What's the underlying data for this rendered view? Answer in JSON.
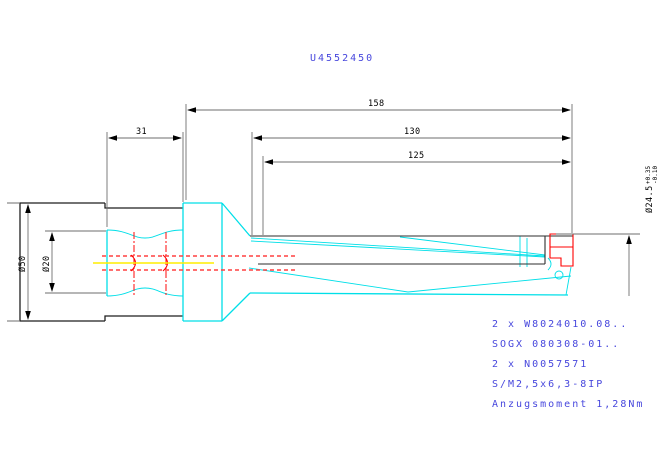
{
  "drawing": {
    "title": "U4552450",
    "dimensions": {
      "overall_length": "158",
      "flute_length_1": "130",
      "flute_length_2": "125",
      "shank_length": "31",
      "flange_diameter": "Ø50",
      "shank_diameter": "Ø20",
      "cutting_diameter": "Ø24.5",
      "cutting_diameter_tol_upper": "+0.35",
      "cutting_diameter_tol_lower": "-0.10"
    },
    "notes": [
      "2 x W8024010.08..",
      "SOGX 080308-01..",
      "2 x N0057571",
      "S/M2,5x6,3-8IP",
      "Anzugsmoment 1,28Nm"
    ],
    "colors": {
      "tool_outline": "#00dfe8",
      "hidden_detail": "#ff0000",
      "center_axis": "#ffee00",
      "annotation_blue": "#4747dd",
      "dimension_lines": "#6e6e6e",
      "object_lines": "#1f1f1f",
      "background": "#ffffff"
    }
  }
}
